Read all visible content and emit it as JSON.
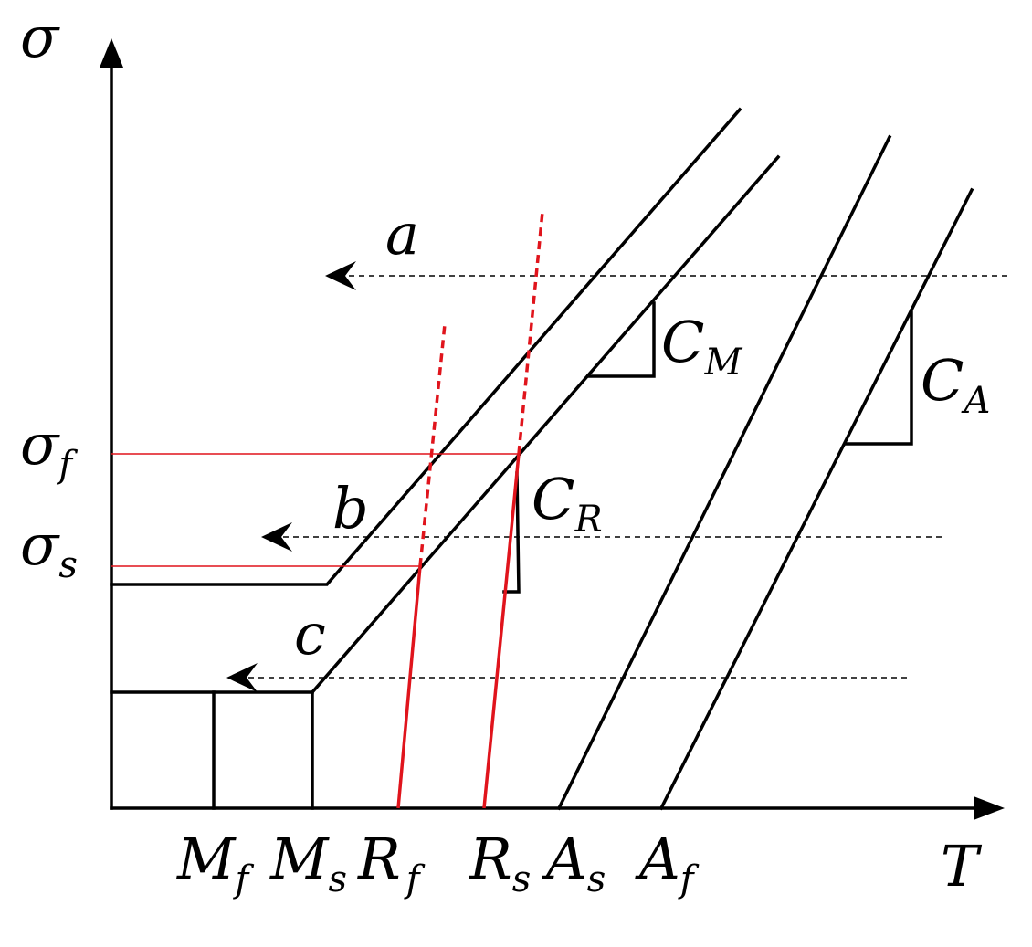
{
  "axes": {
    "y_label": "σ",
    "x_label": "T"
  },
  "stress_labels": {
    "sigma_f": {
      "main": "σ",
      "sub": "f"
    },
    "sigma_s": {
      "main": "σ",
      "sub": "s"
    }
  },
  "temperature_labels": {
    "m_f": {
      "main": "M",
      "sub": "f"
    },
    "m_s": {
      "main": "M",
      "sub": "s"
    },
    "r_f": {
      "main": "R",
      "sub": "f"
    },
    "r_s": {
      "main": "R",
      "sub": "s"
    },
    "a_s": {
      "main": "A",
      "sub": "s"
    },
    "a_f": {
      "main": "A",
      "sub": "f"
    }
  },
  "slope_labels": {
    "c_m": {
      "main": "C",
      "sub": "M"
    },
    "c_a": {
      "main": "C",
      "sub": "A"
    },
    "c_r": {
      "main": "C",
      "sub": "R"
    }
  },
  "path_labels": {
    "a": "a",
    "b": "b",
    "c": "c"
  },
  "colors": {
    "line": "#000000",
    "highlight": "#e0141c"
  }
}
